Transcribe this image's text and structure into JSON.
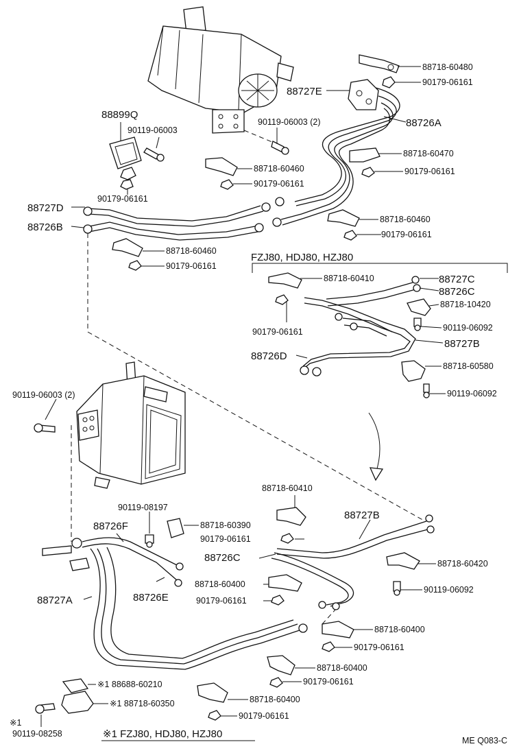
{
  "labels": {
    "p88718_60480": "88718-60480",
    "p90179_06161_a": "90179-06161",
    "p88727E": "88727E",
    "p90119_06003_2a": "90119-06003 (2)",
    "p88726A": "88726A",
    "p88899Q": "88899Q",
    "p90119_06003": "90119-06003",
    "p88718_60470": "88718-60470",
    "p90179_06161_b": "90179-06161",
    "p88718_60460_a": "88718-60460",
    "p90179_06161_c": "90179-06161",
    "p90179_06161_d": "90179-06161",
    "p88727D": "88727D",
    "p88726B": "88726B",
    "p88718_60460_b": "88718-60460",
    "p90179_06161_e": "90179-06161",
    "p88718_60460_c": "88718-60460",
    "p90179_06161_f": "90179-06161",
    "section_models": "FZJ80, HDJ80, HZJ80",
    "p88718_60410_a": "88718-60410",
    "p88727C": "88727C",
    "p88726C_a": "88726C",
    "p88718_10420": "88718-10420",
    "p90179_06161_g": "90179-06161",
    "p90119_06092_a": "90119-06092",
    "p88727B_a": "88727B",
    "p88726D": "88726D",
    "p88718_60580": "88718-60580",
    "p90119_06092_b": "90119-06092",
    "p90119_06003_2b": "90119-06003 (2)",
    "p88718_60410_b": "88718-60410",
    "p90119_08197": "90119-08197",
    "p88726F": "88726F",
    "p88718_60390": "88718-60390",
    "p90179_06161_h": "90179-06161",
    "p88727B_b": "88727B",
    "p88726C_b": "88726C",
    "p88718_60420": "88718-60420",
    "p88718_60400_a": "88718-60400",
    "p90179_06161_i": "90179-06161",
    "p90119_06092_c": "90119-06092",
    "p88727A": "88727A",
    "p88726E": "88726E",
    "p88718_60400_b": "88718-60400",
    "p90179_06161_j": "90179-06161",
    "p88718_60400_c": "88718-60400",
    "p90179_06161_k": "90179-06161",
    "p88688_60210": "※1 88688-60210",
    "p88718_60350": "※1 88718-60350",
    "p88718_60400_d": "88718-60400",
    "p90179_06161_l": "90179-06161",
    "note_mark": "※1",
    "p90119_08258": "90119-08258",
    "footnote": "※1 FZJ80, HDJ80, HZJ80",
    "figure_code": "ME Q083-C"
  },
  "colors": {
    "ink": "#111111",
    "paper": "#ffffff"
  },
  "icons": [
    "clamp-icon",
    "nut-icon",
    "bolt-icon",
    "blower-unit-icon",
    "cooling-unit-icon",
    "pipe-icon",
    "arrow-down-icon"
  ]
}
